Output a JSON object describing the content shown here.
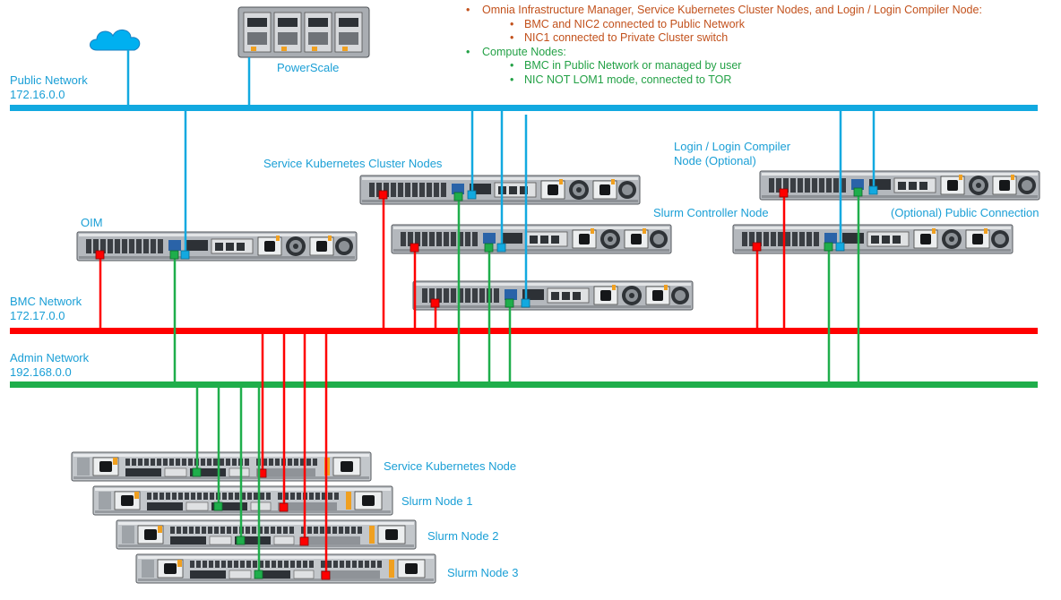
{
  "colors": {
    "public": "#12a9e0",
    "bmc": "#ff0000",
    "admin": "#1fae4b",
    "label": "#1a9fd6",
    "legend_orange": "#c2511c",
    "legend_green": "#23a146"
  },
  "legend": {
    "infra_heading": "Omnia Infrastructure Manager, Service Kubernetes Cluster Nodes, and Login / Login Compiler Node:",
    "infra_items": [
      "BMC and NIC2 connected to Public Network",
      "NIC1 connected to Private Cluster switch"
    ],
    "compute_heading": "Compute Nodes:",
    "compute_items": [
      "BMC in Public Network or managed by user",
      "NIC NOT LOM1 mode, connected to TOR"
    ]
  },
  "networks": {
    "public": {
      "name": "Public Network",
      "subnet": "172.16.0.0"
    },
    "bmc": {
      "name": "BMC Network",
      "subnet": "172.17.0.0"
    },
    "admin": {
      "name": "Admin Network",
      "subnet": "192.168.0.0"
    }
  },
  "labels": {
    "powerscale": "PowerScale",
    "oim": "OIM",
    "service_k8s_cluster": "Service Kubernetes Cluster Nodes",
    "slurm_controller": "Slurm Controller Node",
    "login_line1": "Login / Login Compiler",
    "login_line2": "Node (Optional)",
    "optional_public": "(Optional) Public Connection",
    "service_k8s_node": "Service Kubernetes Node",
    "slurm_node_1": "Slurm Node 1",
    "slurm_node_2": "Slurm Node 2",
    "slurm_node_3": "Slurm Node 3"
  },
  "icons": {
    "cloud": "cloud-icon",
    "storage": "powerscale-chassis-icon",
    "server": "rack-server-icon"
  }
}
